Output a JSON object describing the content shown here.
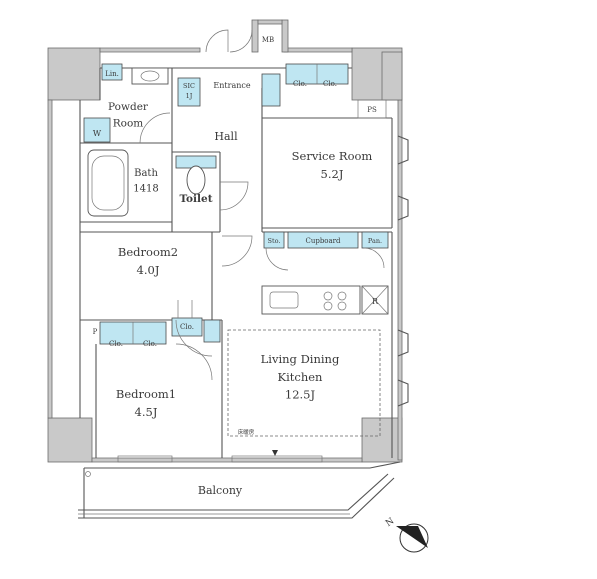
{
  "rooms": {
    "powder_room": "Powder\nRoom",
    "bath": "Bath\n1418",
    "hall": "Hall",
    "service_room": "Service Room\n5.2J",
    "toilet": "Toilet",
    "bedroom2": "Bedroom2\n4.0J",
    "bedroom1": "Bedroom1\n4.5J",
    "ldk": "Living Dining\nKitchen\n12.5J",
    "balcony": "Balcony"
  },
  "storage": {
    "lin": "Lin.",
    "shoes": "SIC\n1J",
    "entrance": "Entrance",
    "clo_service_a": "Clo.",
    "clo_service_b": "Clo.",
    "sto": "Sto.",
    "cupboard": "Cupboard",
    "pan": "Pan.",
    "clo_bed1_a": "Clo.",
    "clo_bed1_b": "Clo.",
    "clo_bed2": "Clo.",
    "washer": "W"
  },
  "marks": {
    "mb": "MB",
    "ps": "PS",
    "p": "P",
    "refrigerator": "R",
    "floor_heating": "床暖房"
  },
  "compass": {
    "north": "N"
  },
  "colors": {
    "wall": "#c9c9c9",
    "storage_fill": "#bfe6f2",
    "line": "#555555"
  }
}
